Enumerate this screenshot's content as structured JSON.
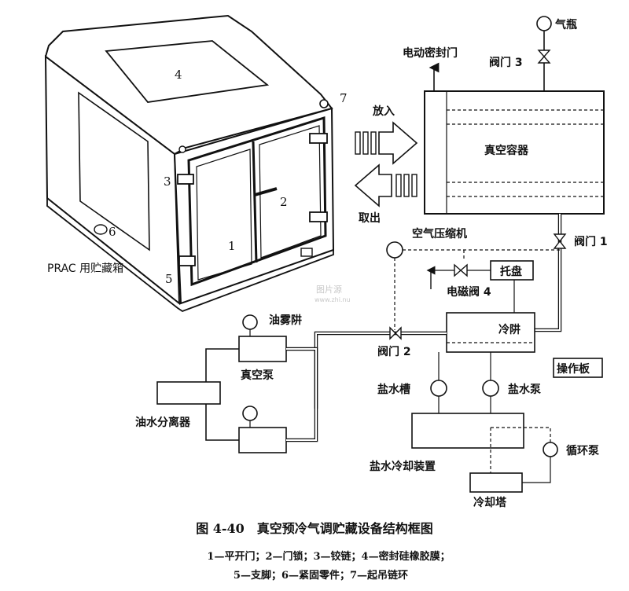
{
  "device": {
    "name": "PRAC 用贮藏箱",
    "part_numbers": [
      "1",
      "2",
      "3",
      "4",
      "5",
      "6",
      "7"
    ]
  },
  "flow": {
    "in_label": "放入",
    "out_label": "取出"
  },
  "components": {
    "gas_cylinder": "气瓶",
    "valve3": "阀门 3",
    "electric_door": "电动密封门",
    "vacuum_vessel": "真空容器",
    "valve1": "阀门 1",
    "air_compressor": "空气压缩机",
    "tray": "托盘",
    "solenoid_valve4": "电磁阀 4",
    "oil_mist_trap": "油雾阱",
    "vacuum_pump": "真空泵",
    "valve2": "阀门 2",
    "cold_trap": "冷阱",
    "control_panel": "操作板",
    "oil_water_separator": "油水分离器",
    "brine_tank": "盐水槽",
    "brine_pump": "盐水泵",
    "circulation_pump": "循环泵",
    "brine_cooler": "盐水冷却装置",
    "cooling_tower": "冷却塔"
  },
  "watermark": {
    "line1": "图片源",
    "line2": "www.zhi.nu"
  },
  "caption": {
    "title": "图 4-40　真空预冷气调贮藏设备结构框图",
    "legend_line1": "1—平开门；2—门锁；3—铰链；4—密封硅橡胶膜；",
    "legend_line2": "5—支脚；6—紧固零件；7—起吊链环"
  }
}
